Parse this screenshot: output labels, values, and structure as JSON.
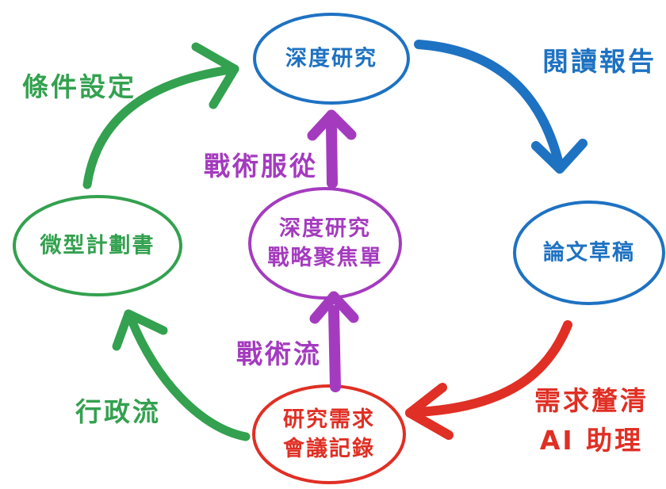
{
  "colors": {
    "blue": "#1e72c2",
    "green": "#33a14f",
    "red": "#e02f24",
    "purple": "#a43bbf",
    "background": "#ffffff"
  },
  "nodes": {
    "deep_research": {
      "line1": "深度研究"
    },
    "paper_draft": {
      "line1": "論文草稿"
    },
    "strategic_focus": {
      "line1": "深度研究",
      "line2": "戰略聚焦單"
    },
    "micro_proposal": {
      "line1": "微型計劃書"
    },
    "meeting_notes": {
      "line1": "研究需求",
      "line2": "會議記錄"
    }
  },
  "labels": {
    "condition_setting": "條件設定",
    "read_report": "閱讀報告",
    "tactical_obedience": "戰術服從",
    "tactical_flow": "戰術流",
    "admin_flow": "行政流",
    "requirement_clarification_line1": "需求釐清",
    "requirement_clarification_line2": "AI 助理"
  }
}
